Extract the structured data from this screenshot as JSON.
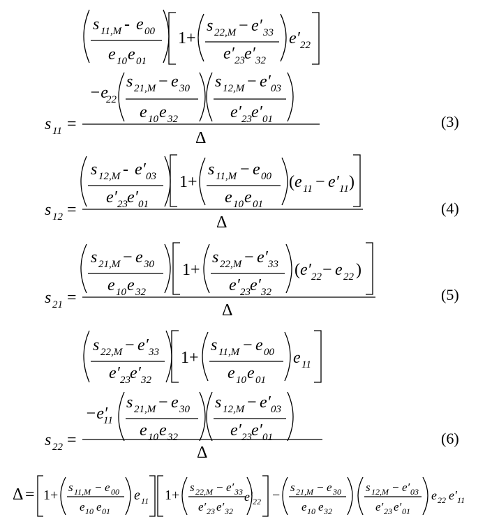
{
  "equations": [
    {
      "lhs": "s",
      "lhs_sub": "11",
      "number": "(3)"
    },
    {
      "lhs": "s",
      "lhs_sub": "12",
      "number": "(4)"
    },
    {
      "lhs": "s",
      "lhs_sub": "21",
      "number": "(5)"
    },
    {
      "lhs": "s",
      "lhs_sub": "22",
      "number": "(6)"
    }
  ],
  "delta_symbol": "Δ",
  "terms": {
    "one_plus": "1+",
    "minus": "−",
    "eq": "=",
    "neg_e22": "−e",
    "neg_e11p": "−e′"
  }
}
